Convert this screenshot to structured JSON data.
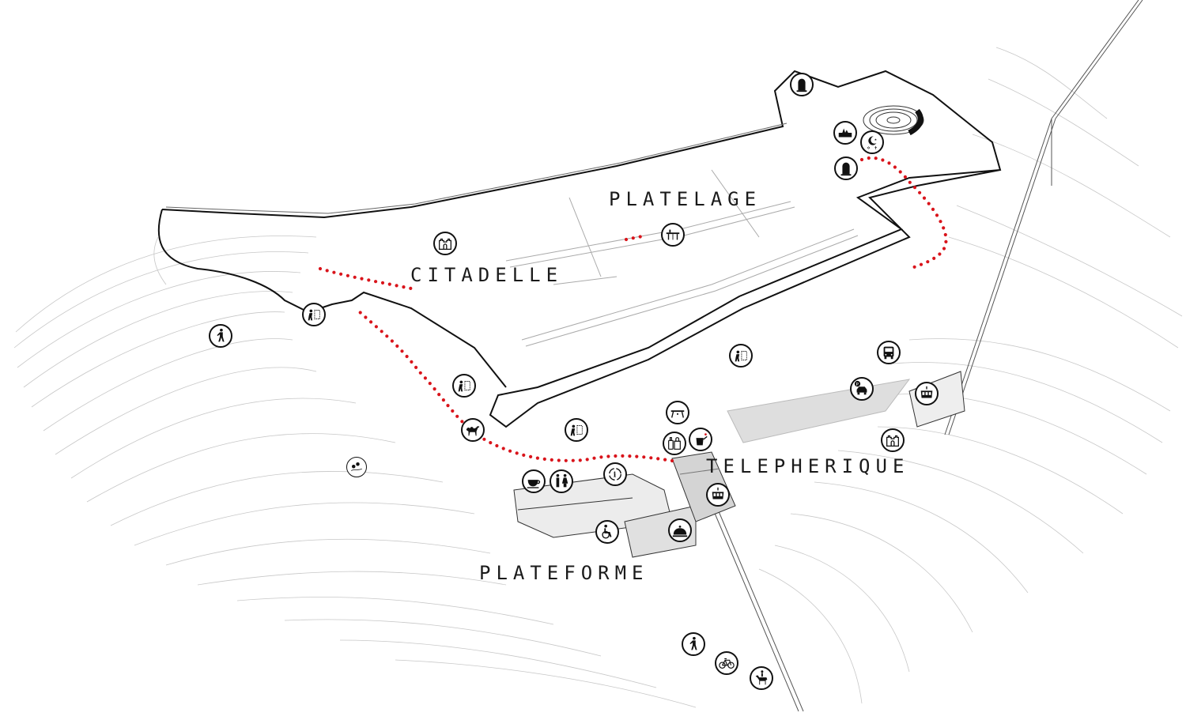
{
  "title": "Citadel site axonometric — visitor route and facilities",
  "zones": [
    {
      "id": "platelage",
      "label": "PLATELAGE"
    },
    {
      "id": "citadelle",
      "label": "CITADELLE"
    },
    {
      "id": "telepherique",
      "label": "TELEPHERIQUE"
    },
    {
      "id": "plateforme",
      "label": "PLATEFORME"
    }
  ],
  "colors": {
    "route": "#d9141b",
    "ink": "#111111",
    "contour": "#bdbdbd",
    "fill": "#d6d6d6",
    "background": "#ffffff"
  },
  "route": {
    "style": "dotted",
    "description": "Visitor path from the cable car station through the citadel up to the memorial"
  },
  "icons": [
    {
      "name": "memorial-stone-icon",
      "semantic": "tombstone"
    },
    {
      "name": "hands-monument-icon",
      "semantic": "monument"
    },
    {
      "name": "religions-icon",
      "semantic": "crescent-star-cross"
    },
    {
      "name": "tombstone-icon",
      "semantic": "tombstone"
    },
    {
      "name": "lookout-table-icon",
      "semantic": "belvedere"
    },
    {
      "name": "castle-icon",
      "semantic": "citadel"
    },
    {
      "name": "exhibition-icon",
      "semantic": "viewing-panel"
    },
    {
      "name": "pedestrian-icon",
      "semantic": "walking"
    },
    {
      "name": "exhibition-icon",
      "semantic": "viewing-panel"
    },
    {
      "name": "exhibition-icon",
      "semantic": "viewing-panel"
    },
    {
      "name": "bus-icon",
      "semantic": "bus"
    },
    {
      "name": "parking-car-icon",
      "semantic": "car-park"
    },
    {
      "name": "cable-car-icon",
      "semantic": "gondola"
    },
    {
      "name": "camel-icon",
      "semantic": "camel-ride"
    },
    {
      "name": "exhibition-icon",
      "semantic": "viewing-panel"
    },
    {
      "name": "picnic-table-icon",
      "semantic": "rest-area"
    },
    {
      "name": "shop-icon",
      "semantic": "shopping"
    },
    {
      "name": "watering-can-icon",
      "semantic": "garden"
    },
    {
      "name": "castle-icon",
      "semantic": "citadel"
    },
    {
      "name": "nature-icon",
      "semantic": "landscape"
    },
    {
      "name": "cafe-icon",
      "semantic": "coffee"
    },
    {
      "name": "toilets-icon",
      "semantic": "restrooms"
    },
    {
      "name": "info-icon",
      "semantic": "information"
    },
    {
      "name": "cable-car-icon",
      "semantic": "gondola"
    },
    {
      "name": "accessible-icon",
      "semantic": "wheelchair"
    },
    {
      "name": "restaurant-icon",
      "semantic": "dining"
    },
    {
      "name": "pedestrian-icon",
      "semantic": "walking"
    },
    {
      "name": "bicycle-icon",
      "semantic": "cycling"
    },
    {
      "name": "horse-rider-icon",
      "semantic": "horse-riding"
    }
  ]
}
